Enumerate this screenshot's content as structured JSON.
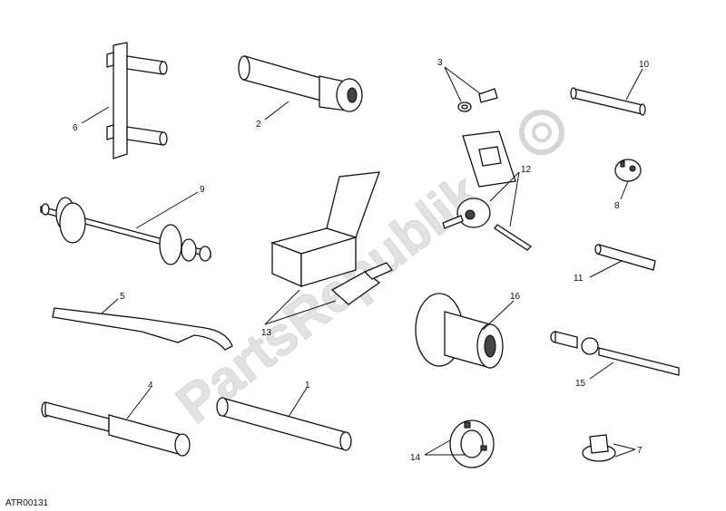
{
  "watermark": {
    "text": "PartsRepublik",
    "icon": "gear-icon"
  },
  "diagram_code": "ATR00131",
  "callouts": {
    "c1": "1",
    "c2": "2",
    "c3": "3",
    "c4": "4",
    "c5": "5",
    "c6": "6",
    "c7": "7",
    "c8": "8",
    "c9": "9",
    "c10": "10",
    "c11": "11",
    "c12": "12",
    "c13": "13",
    "c14": "14",
    "c15": "15",
    "c16": "16"
  }
}
